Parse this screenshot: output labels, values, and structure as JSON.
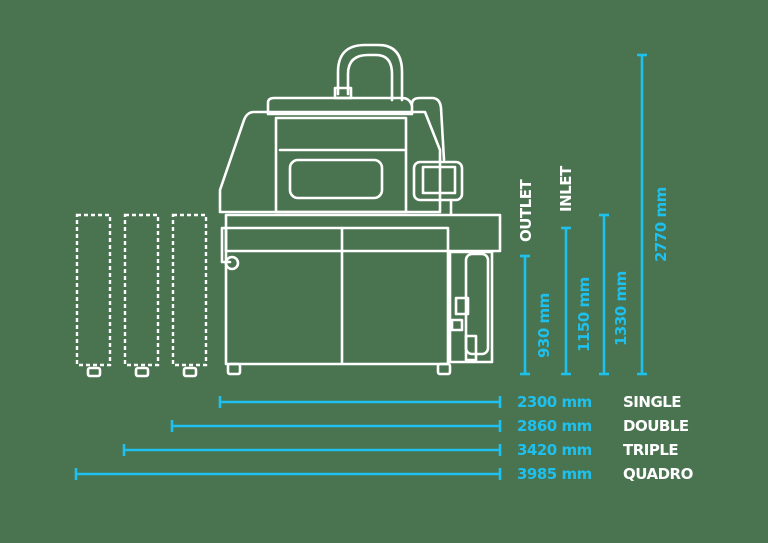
{
  "colors": {
    "background": "#4a7350",
    "line": "#ffffff",
    "accent": "#1ec0ee"
  },
  "vertical_dimensions": [
    {
      "id": "outlet",
      "label": "OUTLET",
      "value": "930 mm"
    },
    {
      "id": "inlet",
      "label": "INLET",
      "value": "1150 mm"
    },
    {
      "id": "mid",
      "label": "",
      "value": "1330 mm"
    },
    {
      "id": "total",
      "label": "",
      "value": "2770 mm"
    }
  ],
  "horizontal_dimensions": [
    {
      "value": "2300 mm",
      "config": "SINGLE"
    },
    {
      "value": "2860 mm",
      "config": "DOUBLE"
    },
    {
      "value": "3420 mm",
      "config": "TRIPLE"
    },
    {
      "value": "3985 mm",
      "config": "QUADRO"
    }
  ]
}
